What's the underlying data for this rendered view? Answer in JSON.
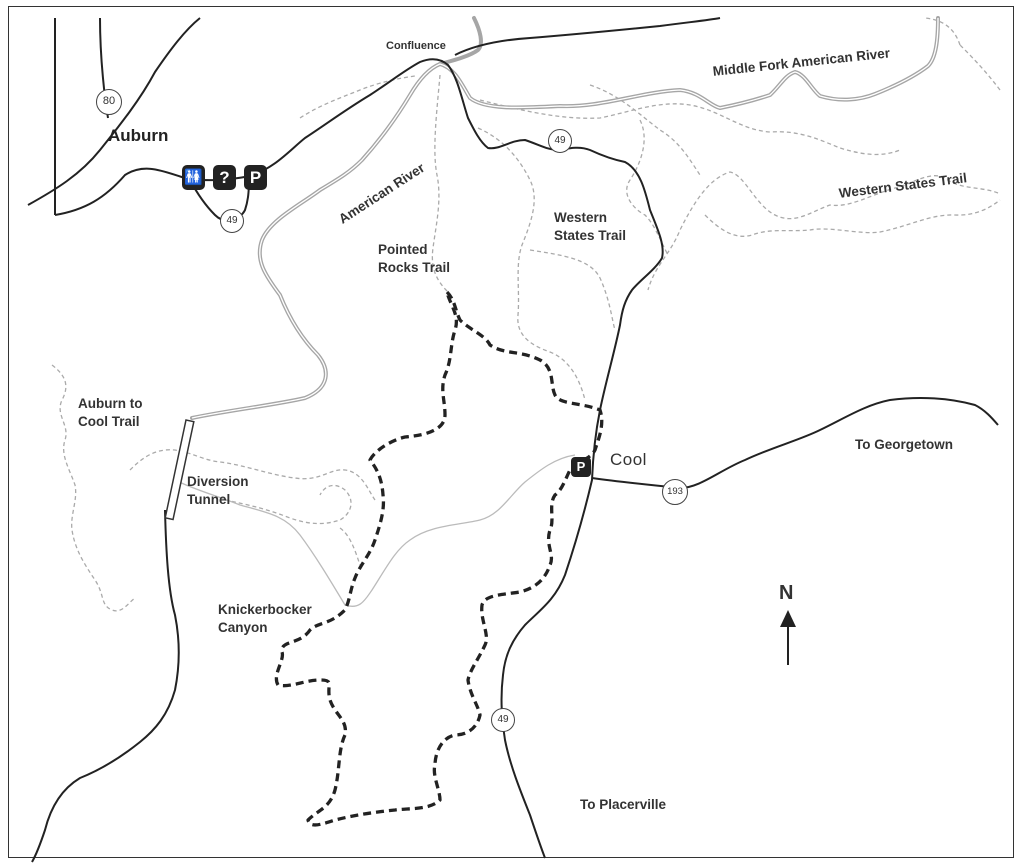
{
  "places": {
    "auburn": "Auburn",
    "cool": "Cool",
    "confluence": "Confluence"
  },
  "rivers": {
    "american": "American River",
    "middle_fork": "Middle Fork American River"
  },
  "trails": {
    "western_states_right": "Western States Trail",
    "western_states_mid_line1": "Western",
    "western_states_mid_line2": "States Trail",
    "pointed_rocks_line1": "Pointed",
    "pointed_rocks_line2": "Rocks Trail",
    "auburn_cool_line1": "Auburn to",
    "auburn_cool_line2": "Cool Trail"
  },
  "features": {
    "diversion_line1": "Diversion",
    "diversion_line2": "Tunnel",
    "knickerbocker_line1": "Knickerbocker",
    "knickerbocker_line2": "Canyon"
  },
  "directions": {
    "georgetown": "To Georgetown",
    "placerville": "To Placerville"
  },
  "routes": {
    "i80": "80",
    "hwy49_auburn": "49",
    "hwy49_north": "49",
    "hwy49_south": "49",
    "hwy193": "193"
  },
  "facility_symbols": {
    "restroom": "🚻",
    "info": "?",
    "parking_auburn": "P",
    "parking_cool": "P"
  },
  "north_arrow": "N",
  "colors": {
    "river": "#a8a8a8",
    "road": "#222222",
    "trail": "#aaaaaa",
    "loop_route": "#222222"
  }
}
